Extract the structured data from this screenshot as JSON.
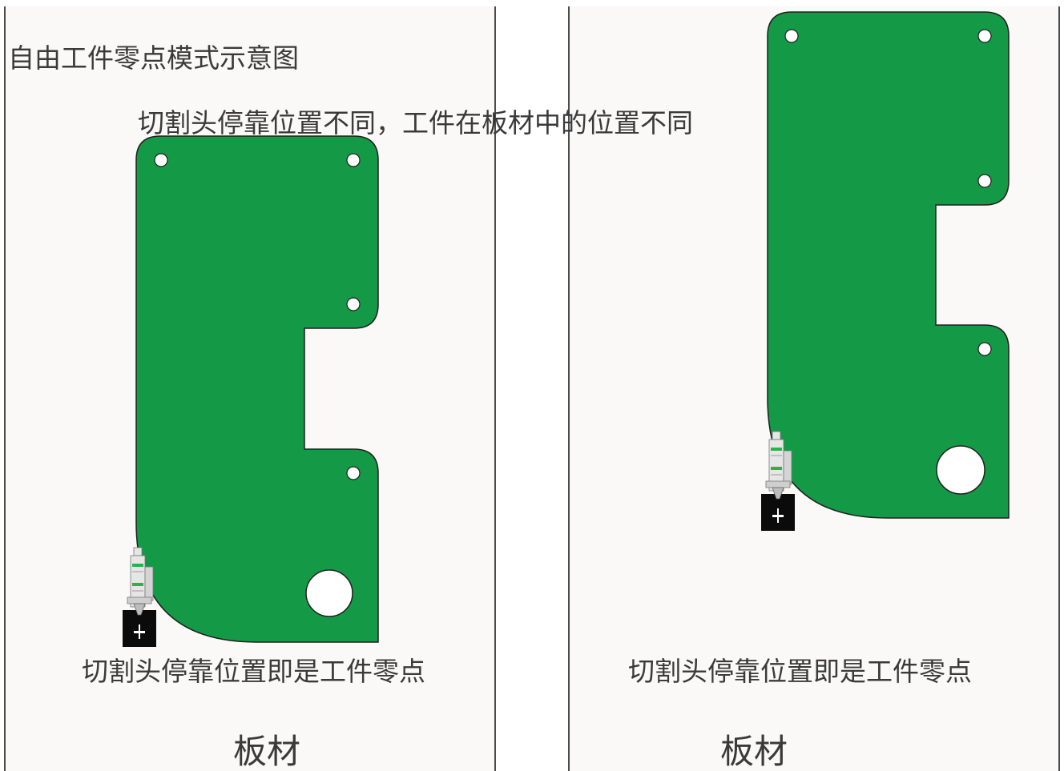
{
  "title": "自由工件零点模式示意图",
  "subtitle": "切割头停靠位置不同，工件在板材中的位置不同",
  "panels": [
    {
      "caption": "切割头停靠位置即是工件零点",
      "sheet_label": "板材"
    },
    {
      "caption": "切割头停靠位置即是工件零点",
      "sheet_label": "板材"
    }
  ],
  "colors": {
    "background": "#ffffff",
    "sheet": "#faf9f7",
    "workpiece": "#149a47",
    "outline": "#1f1f1f",
    "text": "#3a3a3a",
    "hole": "#ffffff",
    "head_base": "#0b0b0b",
    "head_body": "#e6e6e6",
    "head_accent": "#2bb24c"
  },
  "icons": {
    "cutting_head": "laser-cutting-head-icon"
  }
}
